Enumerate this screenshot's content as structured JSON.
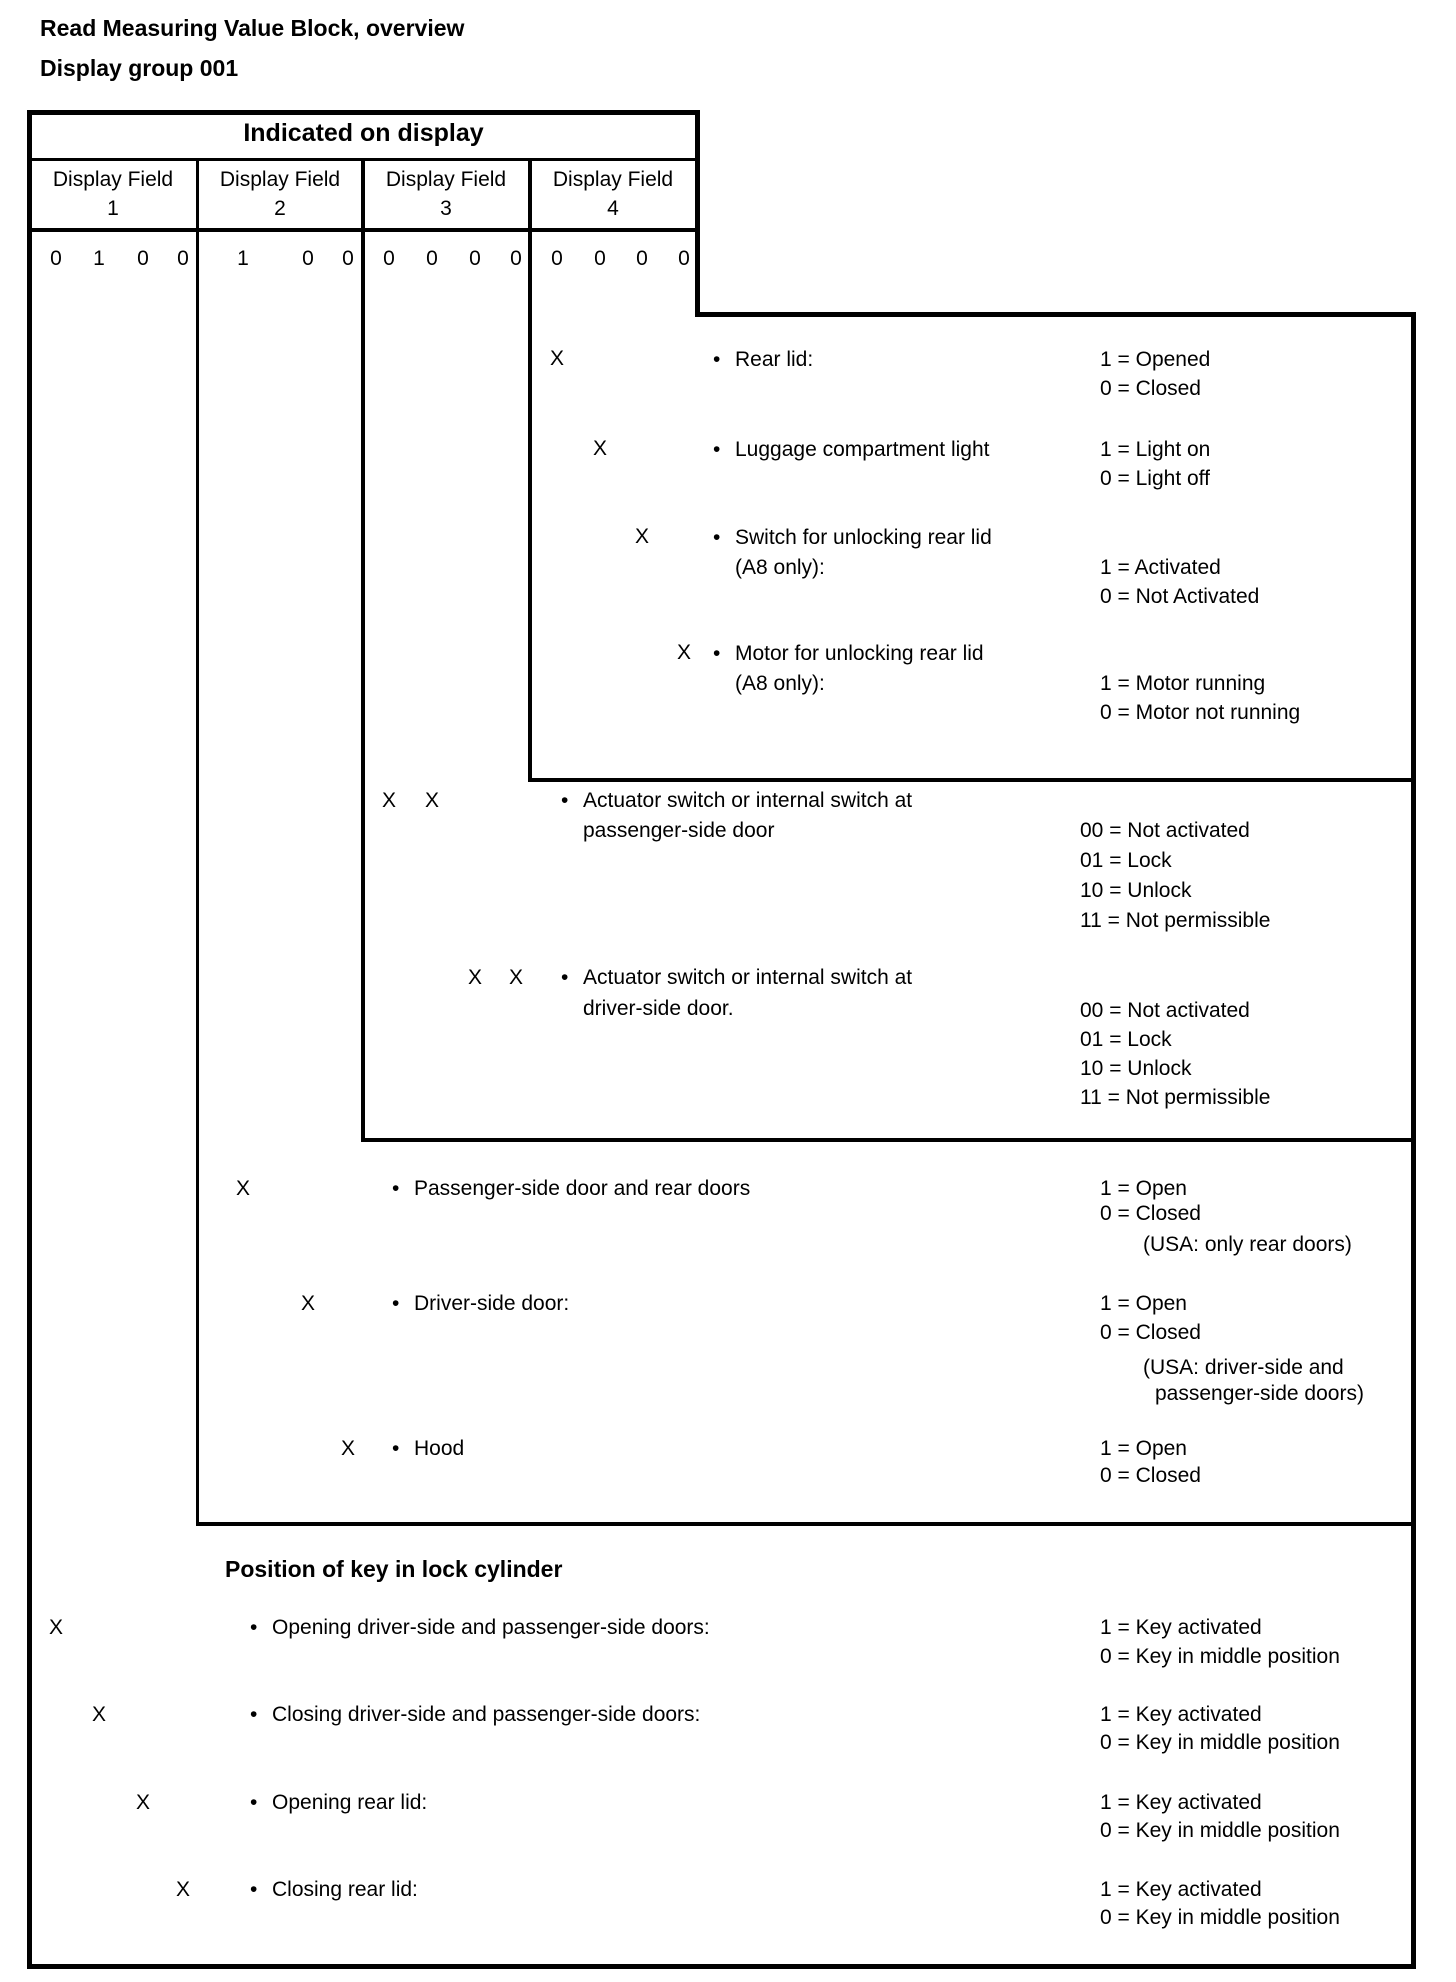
{
  "symbols": {
    "bullet": "•",
    "mark": "X"
  },
  "title": {
    "line1": "Read Measuring Value Block, overview",
    "line2": "Display group 001"
  },
  "table": {
    "header": "Indicated on display",
    "field_label": "Display Field",
    "fields": [
      {
        "number": "1",
        "digits": [
          "0",
          "1",
          "0",
          "0"
        ]
      },
      {
        "number": "2",
        "digits": [
          "1",
          "",
          "0",
          "0"
        ]
      },
      {
        "number": "3",
        "digits": [
          "0",
          "0",
          "0",
          "0"
        ]
      },
      {
        "number": "4",
        "digits": [
          "0",
          "0",
          "0",
          "0"
        ]
      }
    ]
  },
  "section_heading": "Position of key in lock cylinder",
  "rows": [
    {
      "name": "rear-lid",
      "label_lines": [
        "Rear lid:"
      ],
      "legend": [
        "1 = Opened",
        "0 = Closed"
      ]
    },
    {
      "name": "luggage-compartment-light",
      "label_lines": [
        "Luggage compartment light"
      ],
      "legend": [
        "1 = Light on",
        "0 = Light off"
      ]
    },
    {
      "name": "switch-unlocking-rear-lid",
      "label_lines": [
        "Switch for unlocking rear lid",
        "(A8 only):"
      ],
      "legend": [
        "1 = Activated",
        "0 = Not Activated"
      ]
    },
    {
      "name": "motor-unlocking-rear-lid",
      "label_lines": [
        "Motor for unlocking rear lid",
        "(A8 only):"
      ],
      "legend": [
        "1 = Motor running",
        "0 = Motor not running"
      ]
    },
    {
      "name": "actuator-switch-passenger-door",
      "label_lines": [
        "Actuator switch or internal switch at",
        "passenger-side door"
      ],
      "legend": [
        "00 = Not activated",
        "01 = Lock",
        "10 = Unlock",
        "11 = Not permissible"
      ]
    },
    {
      "name": "actuator-switch-driver-door",
      "label_lines": [
        "Actuator switch or internal switch at",
        "driver-side door."
      ],
      "legend": [
        "00 = Not activated",
        "01 = Lock",
        "10 = Unlock",
        "11 = Not permissible"
      ]
    },
    {
      "name": "passenger-side-door-and-rear-doors",
      "label_lines": [
        "Passenger-side door and rear doors"
      ],
      "legend": [
        "1 = Open",
        "0 = Closed",
        "(USA: only rear doors)"
      ]
    },
    {
      "name": "driver-side-door",
      "label_lines": [
        "Driver-side door:"
      ],
      "legend": [
        "1 = Open",
        "0 = Closed",
        "(USA: driver-side and",
        "passenger-side doors)"
      ]
    },
    {
      "name": "hood",
      "label_lines": [
        "Hood"
      ],
      "legend": [
        "1 = Open",
        "0 = Closed"
      ]
    },
    {
      "name": "key-opening-doors",
      "label_lines": [
        "Opening driver-side and passenger-side doors:"
      ],
      "legend": [
        "1 = Key activated",
        "0 = Key in middle position"
      ]
    },
    {
      "name": "key-closing-doors",
      "label_lines": [
        "Closing driver-side and passenger-side doors:"
      ],
      "legend": [
        "1 = Key activated",
        "0 = Key in middle position"
      ]
    },
    {
      "name": "key-opening-rear-lid",
      "label_lines": [
        "Opening rear lid:"
      ],
      "legend": [
        "1 = Key activated",
        "0 = Key in middle position"
      ]
    },
    {
      "name": "key-closing-rear-lid",
      "label_lines": [
        "Closing rear lid:"
      ],
      "legend": [
        "1 = Key activated",
        "0 = Key in middle position"
      ]
    }
  ]
}
